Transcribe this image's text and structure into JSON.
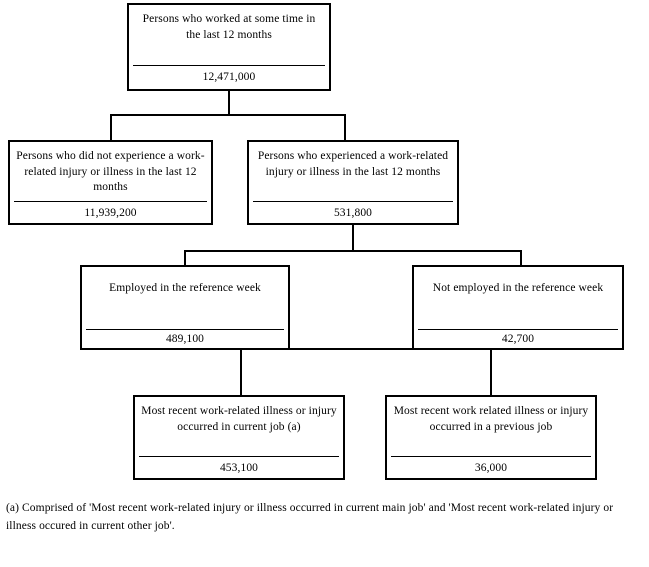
{
  "diagram": {
    "type": "flowchart",
    "title": "Persons who worked at some time in the last 12 months",
    "nodes": [
      {
        "id": "top",
        "label": "Persons who worked at some time in the last 12 months",
        "value": "12,471,000",
        "level": 1
      },
      {
        "id": "no-injury",
        "label": "Persons who did not experience a work-related injury or illness in the last 12 months",
        "value": "11,939,200",
        "level": 2
      },
      {
        "id": "injury",
        "label": "Persons who experienced a work-related injury or illness in the last 12 months",
        "value": "531,800",
        "level": 2
      },
      {
        "id": "employed",
        "label": "Employed in the reference week",
        "value": "489,100",
        "level": 3
      },
      {
        "id": "not-employed",
        "label": "Not employed in the reference week",
        "value": "42,700",
        "level": 3
      },
      {
        "id": "current-job",
        "label": "Most recent work-related illness or injury occurred in current job (a)",
        "value": "453,100",
        "level": 4
      },
      {
        "id": "previous-job",
        "label": "Most recent work related illness or injury occurred in a previous job",
        "value": "36,000",
        "level": 4
      }
    ],
    "edges": [
      {
        "from": "top",
        "to": "no-injury"
      },
      {
        "from": "top",
        "to": "injury"
      },
      {
        "from": "injury",
        "to": "employed"
      },
      {
        "from": "injury",
        "to": "not-employed"
      },
      {
        "from": "employed",
        "to": "current-job"
      },
      {
        "from": "employed",
        "to": "previous-job"
      }
    ]
  },
  "footnote": {
    "marker": "(a)",
    "text": "(a) Comprised of 'Most recent work-related injury or illness occurred in current main job' and 'Most recent work-related injury or illness occured in current other job'."
  },
  "colors": {
    "background": "#ffffff",
    "border": "#000000",
    "text": "#000000"
  }
}
